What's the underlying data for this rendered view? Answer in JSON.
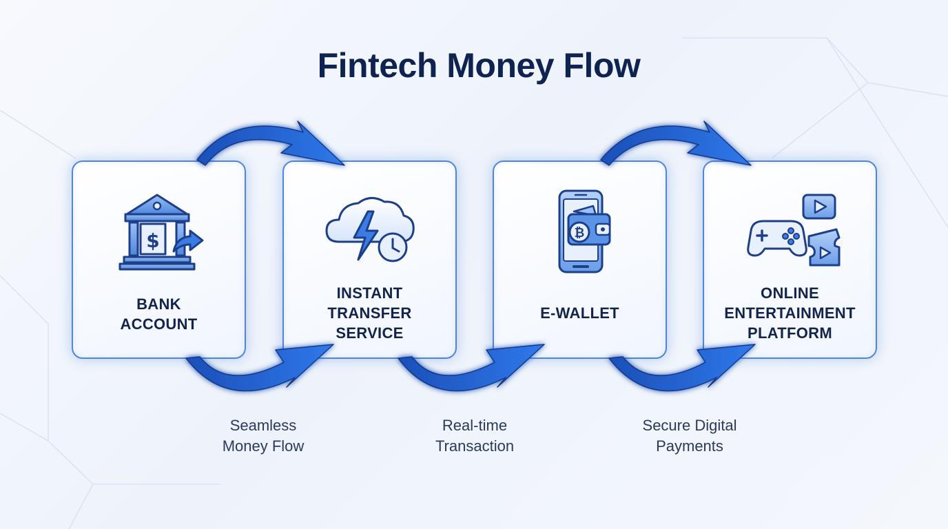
{
  "title": "Fintech Money Flow",
  "colors": {
    "accent": "#2f6fe0",
    "accent_dark": "#1b4fb8",
    "title": "#0f2350",
    "card_border": "#4f86dc"
  },
  "steps": [
    {
      "label_lines": [
        "BANK",
        "ACCOUNT"
      ],
      "icon": "bank-transfer-icon"
    },
    {
      "label_lines": [
        "INSTANT",
        "TRANSFER",
        "SERVICE"
      ],
      "icon": "cloud-lightning-clock-icon"
    },
    {
      "label_lines": [
        "E-WALLET"
      ],
      "icon": "phone-wallet-icon"
    },
    {
      "label_lines": [
        "ONLINE",
        "ENTERTAINMENT",
        "PLATFORM"
      ],
      "icon": "gamepad-video-ticket-icon"
    }
  ],
  "captions": [
    {
      "lines": [
        "Seamless",
        "Money Flow"
      ]
    },
    {
      "lines": [
        "Real-time",
        "Transaction"
      ]
    },
    {
      "lines": [
        "Secure Digital",
        "Payments"
      ]
    }
  ]
}
